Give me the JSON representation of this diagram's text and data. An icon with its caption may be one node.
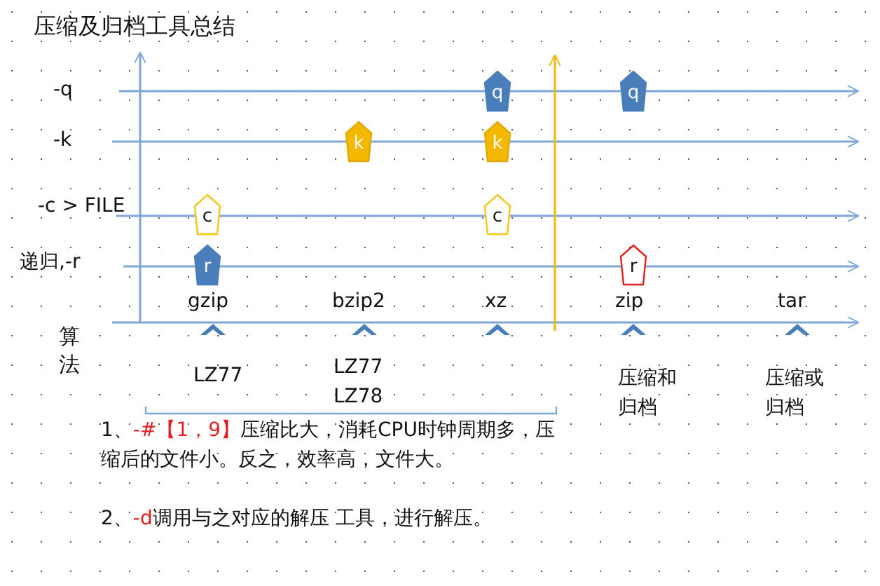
{
  "diagram": {
    "title": "压缩及归档工具总结",
    "nodes": [
      {
        "text": [
          "q"
        ]
      },
      {
        "text": [
          "q"
        ]
      },
      {
        "text": [
          "k"
        ]
      },
      {
        "text": [
          "k"
        ]
      },
      {
        "text": [
          "c"
        ]
      },
      {
        "text": [
          "c"
        ]
      },
      {
        "text": [
          "r"
        ]
      },
      {
        "text": [
          "r"
        ]
      }
    ],
    "labels": [
      "-q",
      "-k",
      "-c > FILE",
      "递归,-r",
      "gzip",
      "bzip2",
      "xz",
      "zip",
      "tar",
      "算法",
      "LZ77",
      "LZ77 LZ78",
      "压缩和归档",
      "压缩或归档",
      "1、**-#【1，9】**压缩比大，消耗CPU时钟周期多，压缩后的文件小。反之，效率高，文件大。",
      "2、**-d**调用与之对应的解压 工具，进行解压。"
    ]
  }
}
